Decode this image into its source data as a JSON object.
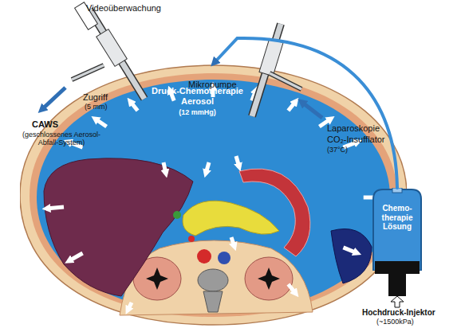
{
  "diagram": {
    "nodes": [
      {
        "text": [
          "Druck-Chemotherapie Aerosol",
          "(12 mmHg)"
        ]
      },
      {
        "text": [
          "Chemo-therapie Lösung"
        ]
      }
    ],
    "edges": [
      {
        "from": 1,
        "to": 0,
        "arrow": "to"
      }
    ],
    "labels": [
      "Videoüberwachung",
      "Zugriff",
      "(5 mm)",
      "CAWS",
      "(geschlossenes Aerosol-Abfall-System)",
      "Mikropumpe",
      "Laparoskopie",
      "CO₂-Insufflator",
      "(37°C)",
      "Hochdruck-Injektor",
      "(~1500kPa)"
    ]
  }
}
